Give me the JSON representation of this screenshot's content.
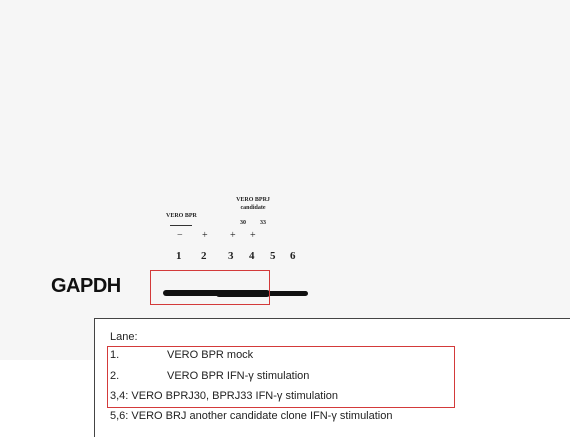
{
  "blot": {
    "group1_label": "VERO BPR",
    "group2_label_l1": "VERO BPRJ",
    "group2_label_l2": "candidate",
    "group2_num1": "30",
    "group2_num2": "33",
    "signs": [
      "−",
      "+",
      "+",
      "+"
    ],
    "lanes": [
      "1",
      "2",
      "3",
      "4",
      "5",
      "6"
    ],
    "protein_label": "GAPDH"
  },
  "legend": {
    "title": "Lane:",
    "items": [
      {
        "num": "1.",
        "text": "VERO BPR mock"
      },
      {
        "num": "2.",
        "text": "VERO BPR IFN-γ stimulation"
      },
      {
        "num": "3,4:",
        "text": "VERO BPRJ30, BPRJ33 IFN-γ stimulation"
      },
      {
        "num": "5,6:",
        "text": "VERO BRJ another candidate clone IFN-γ stimulation"
      }
    ]
  },
  "colors": {
    "highlight": "#d33a3a",
    "band": "#111111"
  }
}
